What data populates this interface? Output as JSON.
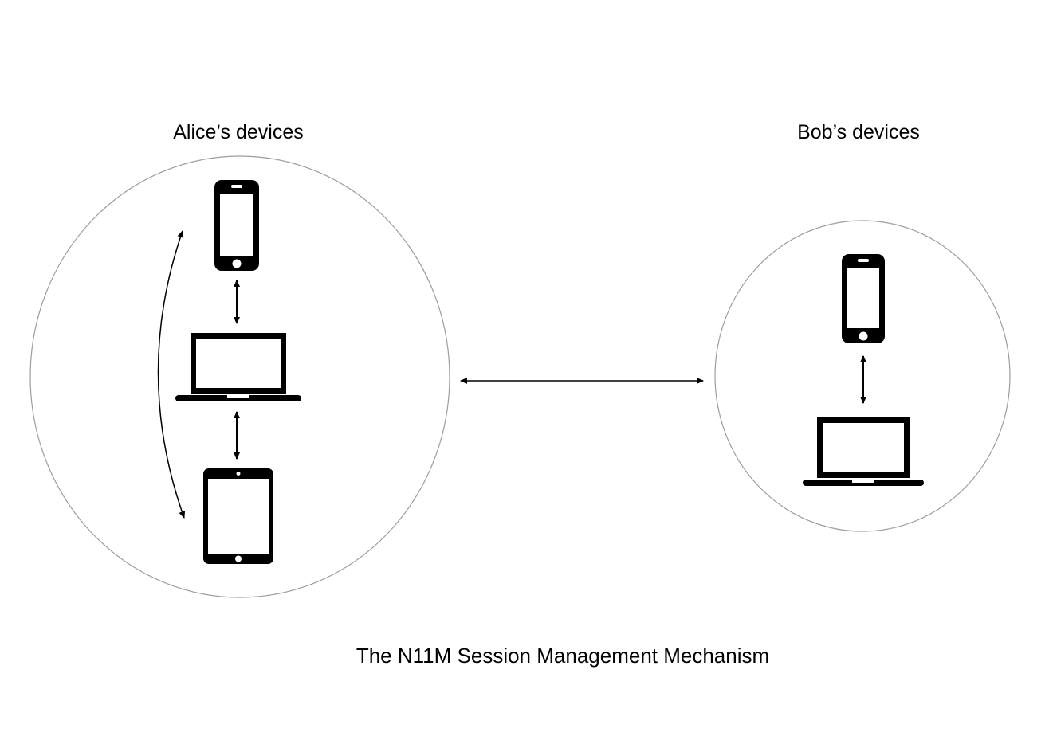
{
  "diagram": {
    "title": "The N11M Session Management Mechanism",
    "groups": [
      {
        "id": "alice-devices",
        "label": "Alice’s devices",
        "devices": [
          "smartphone-icon",
          "laptop-icon",
          "tablet-icon"
        ]
      },
      {
        "id": "bob-devices",
        "label": "Bob’s devices",
        "devices": [
          "smartphone-icon",
          "laptop-icon"
        ]
      }
    ],
    "connections": [
      {
        "from": "alice-smartphone",
        "to": "alice-laptop",
        "type": "bidirectional-arrow"
      },
      {
        "from": "alice-laptop",
        "to": "alice-tablet",
        "type": "bidirectional-arrow"
      },
      {
        "from": "alice-smartphone",
        "to": "alice-tablet",
        "type": "bidirectional-curved-arrow"
      },
      {
        "from": "bob-smartphone",
        "to": "bob-laptop",
        "type": "bidirectional-arrow"
      },
      {
        "from": "alice-devices",
        "to": "bob-devices",
        "type": "bidirectional-arrow"
      }
    ],
    "colors": {
      "device": "#000000",
      "arrow": "#000000",
      "group_circle_stroke": "#9d9d9d",
      "background": "#ffffff"
    }
  }
}
